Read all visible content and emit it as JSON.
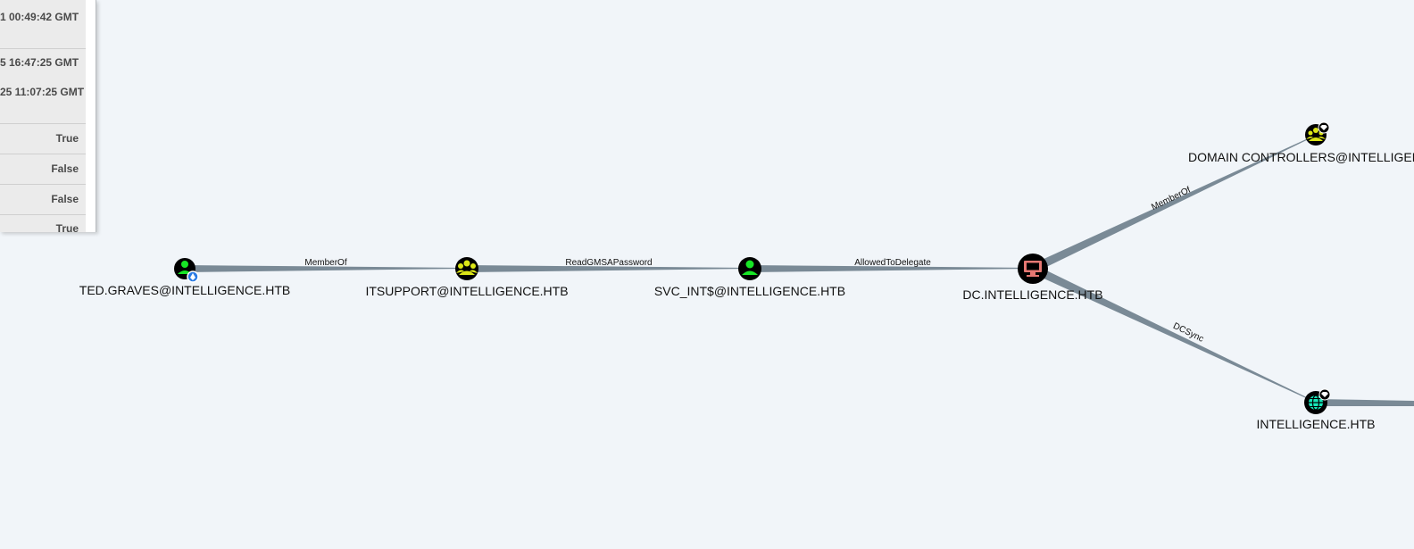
{
  "properties_panel": {
    "rows": [
      {
        "value": "1 00:49:42 GMT"
      },
      {
        "value": "5 16:47:25 GMT"
      },
      {
        "value": "25 11:07:25 GMT"
      },
      {
        "value": "True"
      },
      {
        "value": "False"
      },
      {
        "value": "False"
      },
      {
        "value": "True"
      }
    ]
  },
  "graph": {
    "nodes": [
      {
        "label": "TED.GRAVES@INTELLIGENCE.HTB",
        "type": "user",
        "color": "#17e625",
        "badge": "owned"
      },
      {
        "label": "ITSUPPORT@INTELLIGENCE.HTB",
        "type": "group",
        "color": "#dbe617"
      },
      {
        "label": "SVC_INT$@INTELLIGENCE.HTB",
        "type": "user",
        "color": "#17e625"
      },
      {
        "label": "DC.INTELLIGENCE.HTB",
        "type": "computer",
        "color": "#e67873"
      },
      {
        "label": "DOMAIN CONTROLLERS@INTELLIGEN",
        "type": "group",
        "color": "#dbe617",
        "badge": "high-value"
      },
      {
        "label": "INTELLIGENCE.HTB",
        "type": "domain",
        "color": "#17e6b9",
        "badge": "high-value"
      }
    ],
    "edges": [
      {
        "label": "MemberOf",
        "from": 0,
        "to": 1
      },
      {
        "label": "ReadGMSAPassword",
        "from": 1,
        "to": 2
      },
      {
        "label": "AllowedToDelegate",
        "from": 2,
        "to": 3
      },
      {
        "label": "MemberOf",
        "from": 3,
        "to": 4
      },
      {
        "label": "DCSync",
        "from": 3,
        "to": 5
      }
    ],
    "edge_color": "#7a8a96"
  }
}
